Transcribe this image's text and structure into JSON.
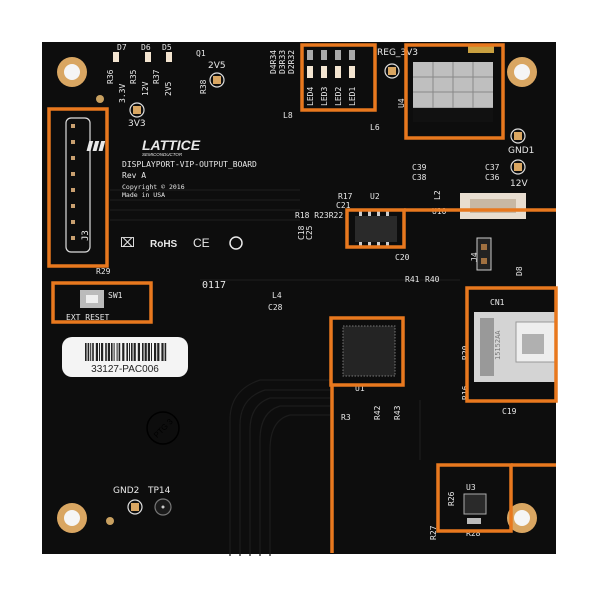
{
  "board": {
    "brand": "LATTICE",
    "brand_sub": "SEMICONDUCTOR",
    "name": "DISPLAYPORT-VIP-OUTPUT_BOARD",
    "revision": "Rev A",
    "copyright": "Copyright © 2016",
    "origin": "Made in USA",
    "date_code": "0117",
    "rohs": "RoHS",
    "ce": "CE",
    "barcode_label": "33127-PAC006",
    "stamp": "PTG 3"
  },
  "silkscreen": {
    "j3": "J3",
    "sw1": "SW1",
    "ext_reset": "EXT_RESET",
    "r29": "R29",
    "d7": "D7",
    "d6": "D6",
    "d5": "D5",
    "q1": "Q1",
    "r36": "R36",
    "r35": "R35",
    "r37": "R37",
    "r38": "R38",
    "v33a": "3.3V",
    "v12a": "12V",
    "v25a": "2V5",
    "tp_3v3": "3V3",
    "tp_2v5": "2V5",
    "l8": "L8",
    "d4r34": "D4R34",
    "d3r33": "D3R33",
    "d2r32": "D2R32",
    "led4": "LED4",
    "led3": "LED3",
    "led2": "LED2",
    "led1": "LED1",
    "reg": "REG_3V3",
    "l6": "L6",
    "u4": "U4",
    "gnd1": "GND1",
    "v12": "12V",
    "c39": "C39",
    "c38": "C38",
    "c37": "C37",
    "c36": "C36",
    "l2": "L2",
    "u10": "U10",
    "r17": "R17",
    "c21": "C21",
    "u2": "U2",
    "r18": "R18 R23R22",
    "c18": "C18",
    "c25": "C25",
    "j4": "J4",
    "d8": "D8",
    "c20": "C20",
    "r41": "R41",
    "r40": "R40",
    "l4": "L4",
    "c28": "C28",
    "u1": "U1",
    "r3": "R3",
    "r42": "R42",
    "r43": "R43",
    "cn1": "CN1",
    "r20": "R20",
    "c19": "C19",
    "r16": "R16",
    "u3": "U3",
    "r26": "R26",
    "r27": "R27",
    "r28": "R28",
    "gnd2": "GND2",
    "tp14": "TP14"
  },
  "colors": {
    "board": "#0d0d0d",
    "highlight": "#e8781e",
    "pad_gold": "#d9a662",
    "silkscreen": "#e8e8e8"
  }
}
